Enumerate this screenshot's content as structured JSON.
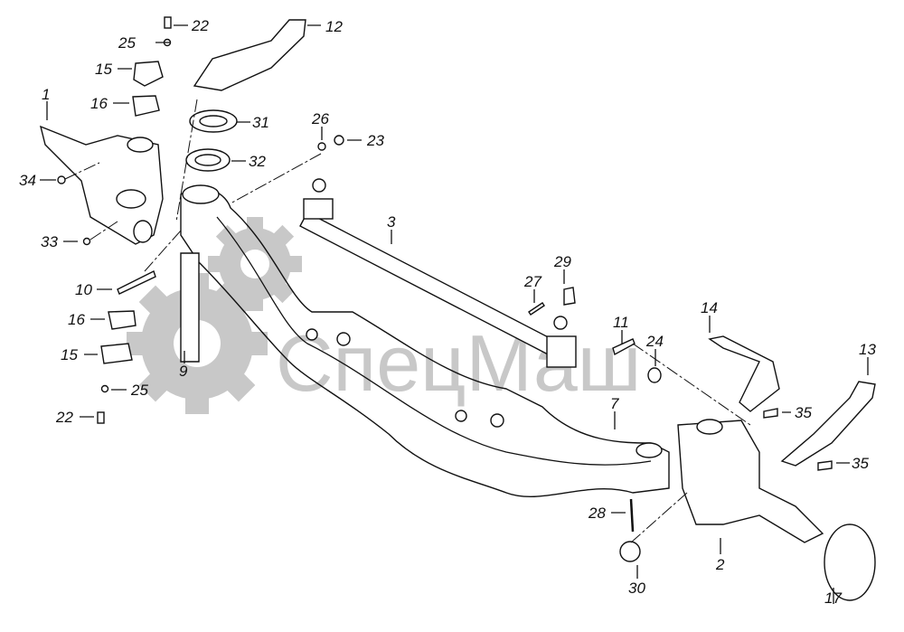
{
  "diagram": {
    "title": "Front axle exploded parts diagram",
    "watermark": "СпецМаш",
    "colors": {
      "line": "#111111",
      "watermark": "#c8c8c8",
      "background": "#ffffff"
    },
    "callouts": [
      {
        "id": "c22a",
        "text": "22"
      },
      {
        "id": "c25a",
        "text": "25"
      },
      {
        "id": "c12",
        "text": "12"
      },
      {
        "id": "c15a",
        "text": "15"
      },
      {
        "id": "c16a",
        "text": "16"
      },
      {
        "id": "c1",
        "text": "1"
      },
      {
        "id": "c31",
        "text": "31"
      },
      {
        "id": "c26",
        "text": "26"
      },
      {
        "id": "c23",
        "text": "23"
      },
      {
        "id": "c32",
        "text": "32"
      },
      {
        "id": "c34",
        "text": "34"
      },
      {
        "id": "c3",
        "text": "3"
      },
      {
        "id": "c33",
        "text": "33"
      },
      {
        "id": "c29",
        "text": "29"
      },
      {
        "id": "c27",
        "text": "27"
      },
      {
        "id": "c10",
        "text": "10"
      },
      {
        "id": "c14",
        "text": "14"
      },
      {
        "id": "c11",
        "text": "11"
      },
      {
        "id": "c16b",
        "text": "16"
      },
      {
        "id": "c24",
        "text": "24"
      },
      {
        "id": "c13",
        "text": "13"
      },
      {
        "id": "c15b",
        "text": "15"
      },
      {
        "id": "c9",
        "text": "9"
      },
      {
        "id": "c25b",
        "text": "25"
      },
      {
        "id": "c22b",
        "text": "22"
      },
      {
        "id": "c7",
        "text": "7"
      },
      {
        "id": "c35a",
        "text": "35"
      },
      {
        "id": "c35b",
        "text": "35"
      },
      {
        "id": "c28",
        "text": "28"
      },
      {
        "id": "c2",
        "text": "2"
      },
      {
        "id": "c30",
        "text": "30"
      },
      {
        "id": "c17",
        "text": "17"
      }
    ]
  }
}
